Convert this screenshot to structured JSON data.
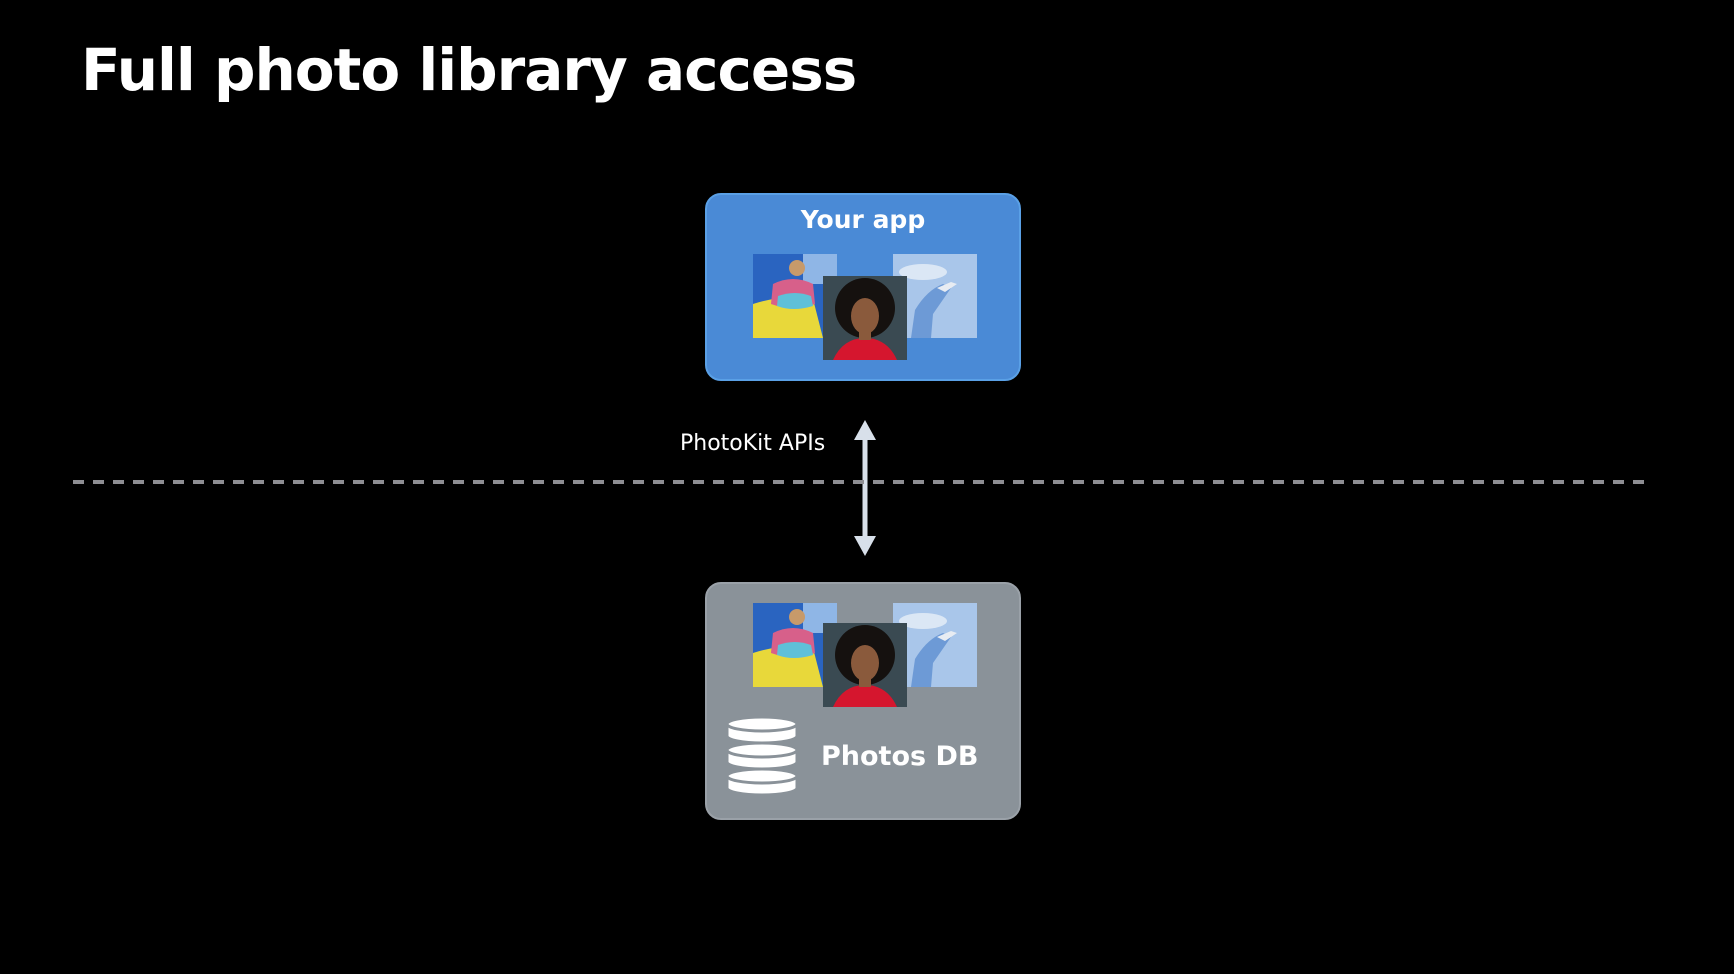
{
  "slide": {
    "title": "Full photo library access"
  },
  "app_box": {
    "label": "Your app",
    "color": "#4a8ad6"
  },
  "connection": {
    "label": "PhotoKit APIs"
  },
  "db_box": {
    "label": "Photos DB",
    "color": "#8a9299"
  },
  "photos": [
    {
      "name": "woman-colorful-dress-photo"
    },
    {
      "name": "woman-portrait-red-top-photo"
    },
    {
      "name": "raised-arm-sky-photo"
    }
  ],
  "colors": {
    "background": "#000000",
    "divider": "#8e8e93",
    "arrow": "#d8e0ea"
  }
}
